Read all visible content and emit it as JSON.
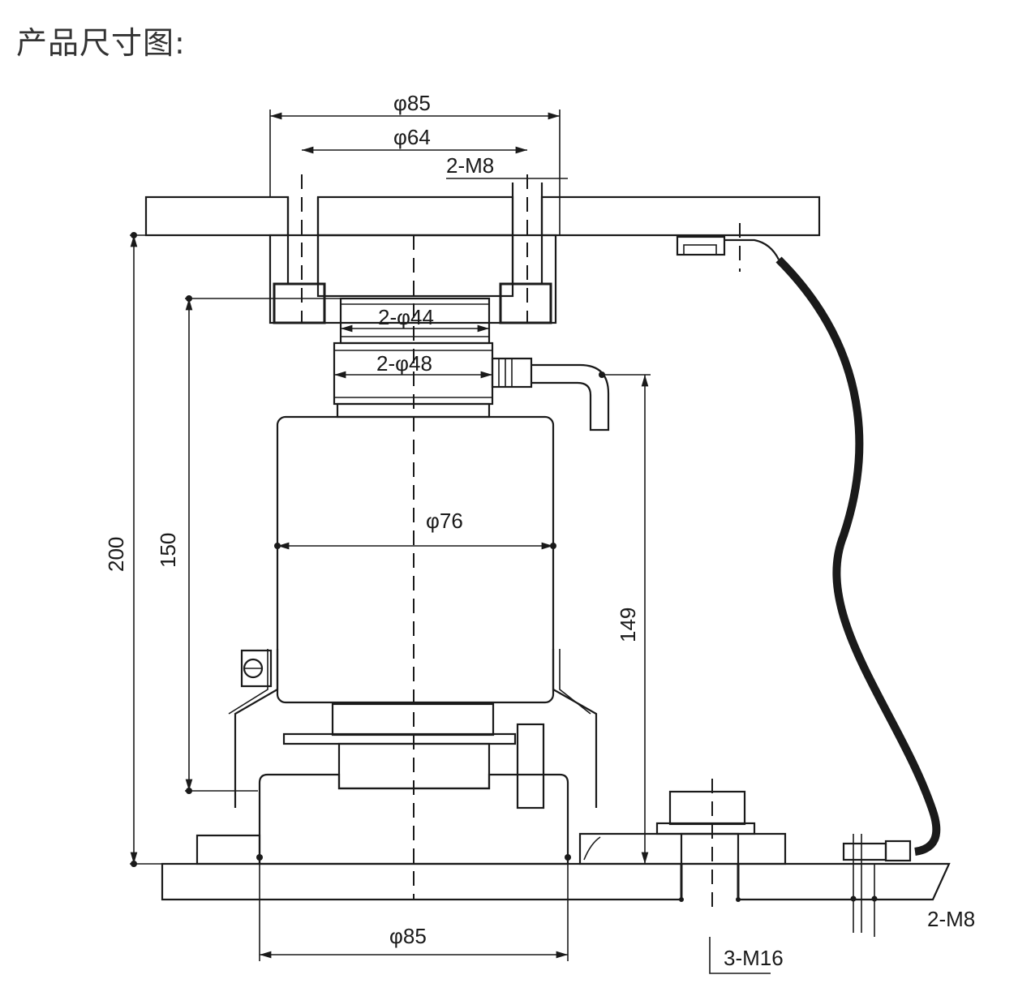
{
  "page_title": "产品尺寸图:",
  "labels": {
    "top_outer_dia": "φ85",
    "top_bolt_circle": "φ64",
    "top_screw": "2-M8",
    "upper_cap_dia": "2-φ44",
    "upper_ring_dia": "2-φ48",
    "body_dia": "φ76",
    "bottom_base_dia": "φ85",
    "height_total": "200",
    "height_150": "150",
    "height_149": "149",
    "anchor_bolts": "3-M16",
    "cable_clamp_screw": "2-M8"
  },
  "colors": {
    "line": "#1a1a1a",
    "title": "#333333",
    "background": "#ffffff"
  }
}
